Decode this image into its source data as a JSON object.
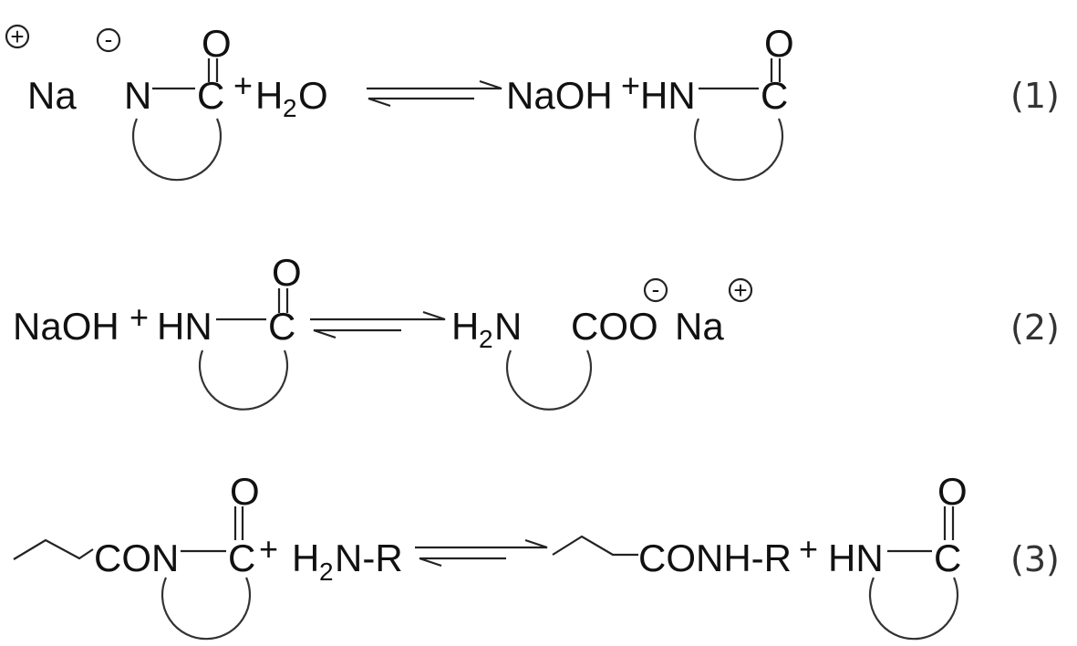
{
  "reaction1": {
    "na": "Na",
    "plus_charge": "+",
    "minus_charge": "-",
    "n": "N",
    "c": "C",
    "o": "O",
    "plus": "+",
    "h": "H",
    "sub2": "2",
    "o2": "O",
    "naoh": "NaOH",
    "plus2": "+",
    "hn": "HN",
    "c2": "C",
    "o3": "O",
    "number": "(1)"
  },
  "reaction2": {
    "naoh": "NaOH",
    "plus": "+",
    "hn": "HN",
    "c": "C",
    "o": "O",
    "h": "H",
    "sub2": "2",
    "n": "N",
    "coo": "COO",
    "minus_charge": "-",
    "na": "Na",
    "plus_charge": "+",
    "number": "(2)"
  },
  "reaction3": {
    "con": "CON",
    "c": "C",
    "o": "O",
    "plus": "+",
    "h": "H",
    "sub2": "2",
    "nr": "N-R",
    "conhr": "CONH-R",
    "plus2": "+",
    "hn": "HN",
    "c2": "C",
    "o2": "O",
    "number": "(3)"
  }
}
